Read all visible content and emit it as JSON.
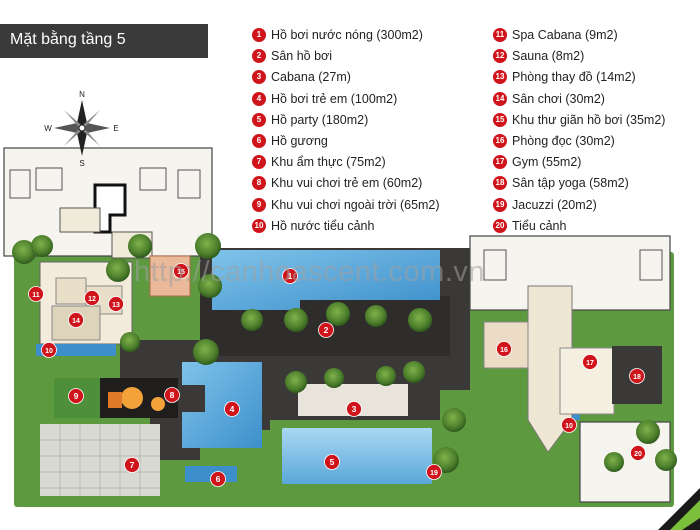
{
  "title": "Mặt bằng tầng 5",
  "watermark": "http://canhoascent.com.vn",
  "legend": [
    {
      "num": "1",
      "label": "Hồ bơi nước nóng (300m2)"
    },
    {
      "num": "2",
      "label": "Sân hồ bơi"
    },
    {
      "num": "3",
      "label": "Cabana (27m)"
    },
    {
      "num": "4",
      "label": "Hồ bơi trẻ em (100m2)"
    },
    {
      "num": "5",
      "label": "Hồ party (180m2)"
    },
    {
      "num": "6",
      "label": "Hồ gương"
    },
    {
      "num": "7",
      "label": "Khu ẩm thực (75m2)"
    },
    {
      "num": "8",
      "label": "Khu vui chơi trẻ em (60m2)"
    },
    {
      "num": "9",
      "label": "Khu vui chơi ngoài trời (65m2)"
    },
    {
      "num": "10",
      "label": "Hồ nước tiểu cảnh"
    },
    {
      "num": "11",
      "label": "Spa Cabana (9m2)"
    },
    {
      "num": "12",
      "label": "Sauna (8m2)"
    },
    {
      "num": "13",
      "label": "Phòng thay đồ (14m2)"
    },
    {
      "num": "14",
      "label": "Sân chơi (30m2)"
    },
    {
      "num": "15",
      "label": "Khu thư giãn hồ bơi (35m2)"
    },
    {
      "num": "16",
      "label": "Phòng đọc (30m2)"
    },
    {
      "num": "17",
      "label": "Gym (55m2)"
    },
    {
      "num": "18",
      "label": "Sân tập yoga (58m2)"
    },
    {
      "num": "19",
      "label": "Jacuzzi (20m2)"
    },
    {
      "num": "20",
      "label": "Tiểu cảnh"
    }
  ],
  "compass": {
    "n": "N",
    "s": "S",
    "e": "E",
    "w": "W"
  },
  "colors": {
    "pool": "#4fa3d8",
    "pool_light": "#8cc9ec",
    "deck": "#3b3937",
    "lawn": "#4e8f3a",
    "grass": "#6fa84c",
    "building": "#f4f1ea",
    "marker": "#d0141b",
    "title_bg": "#3a3a3a"
  }
}
